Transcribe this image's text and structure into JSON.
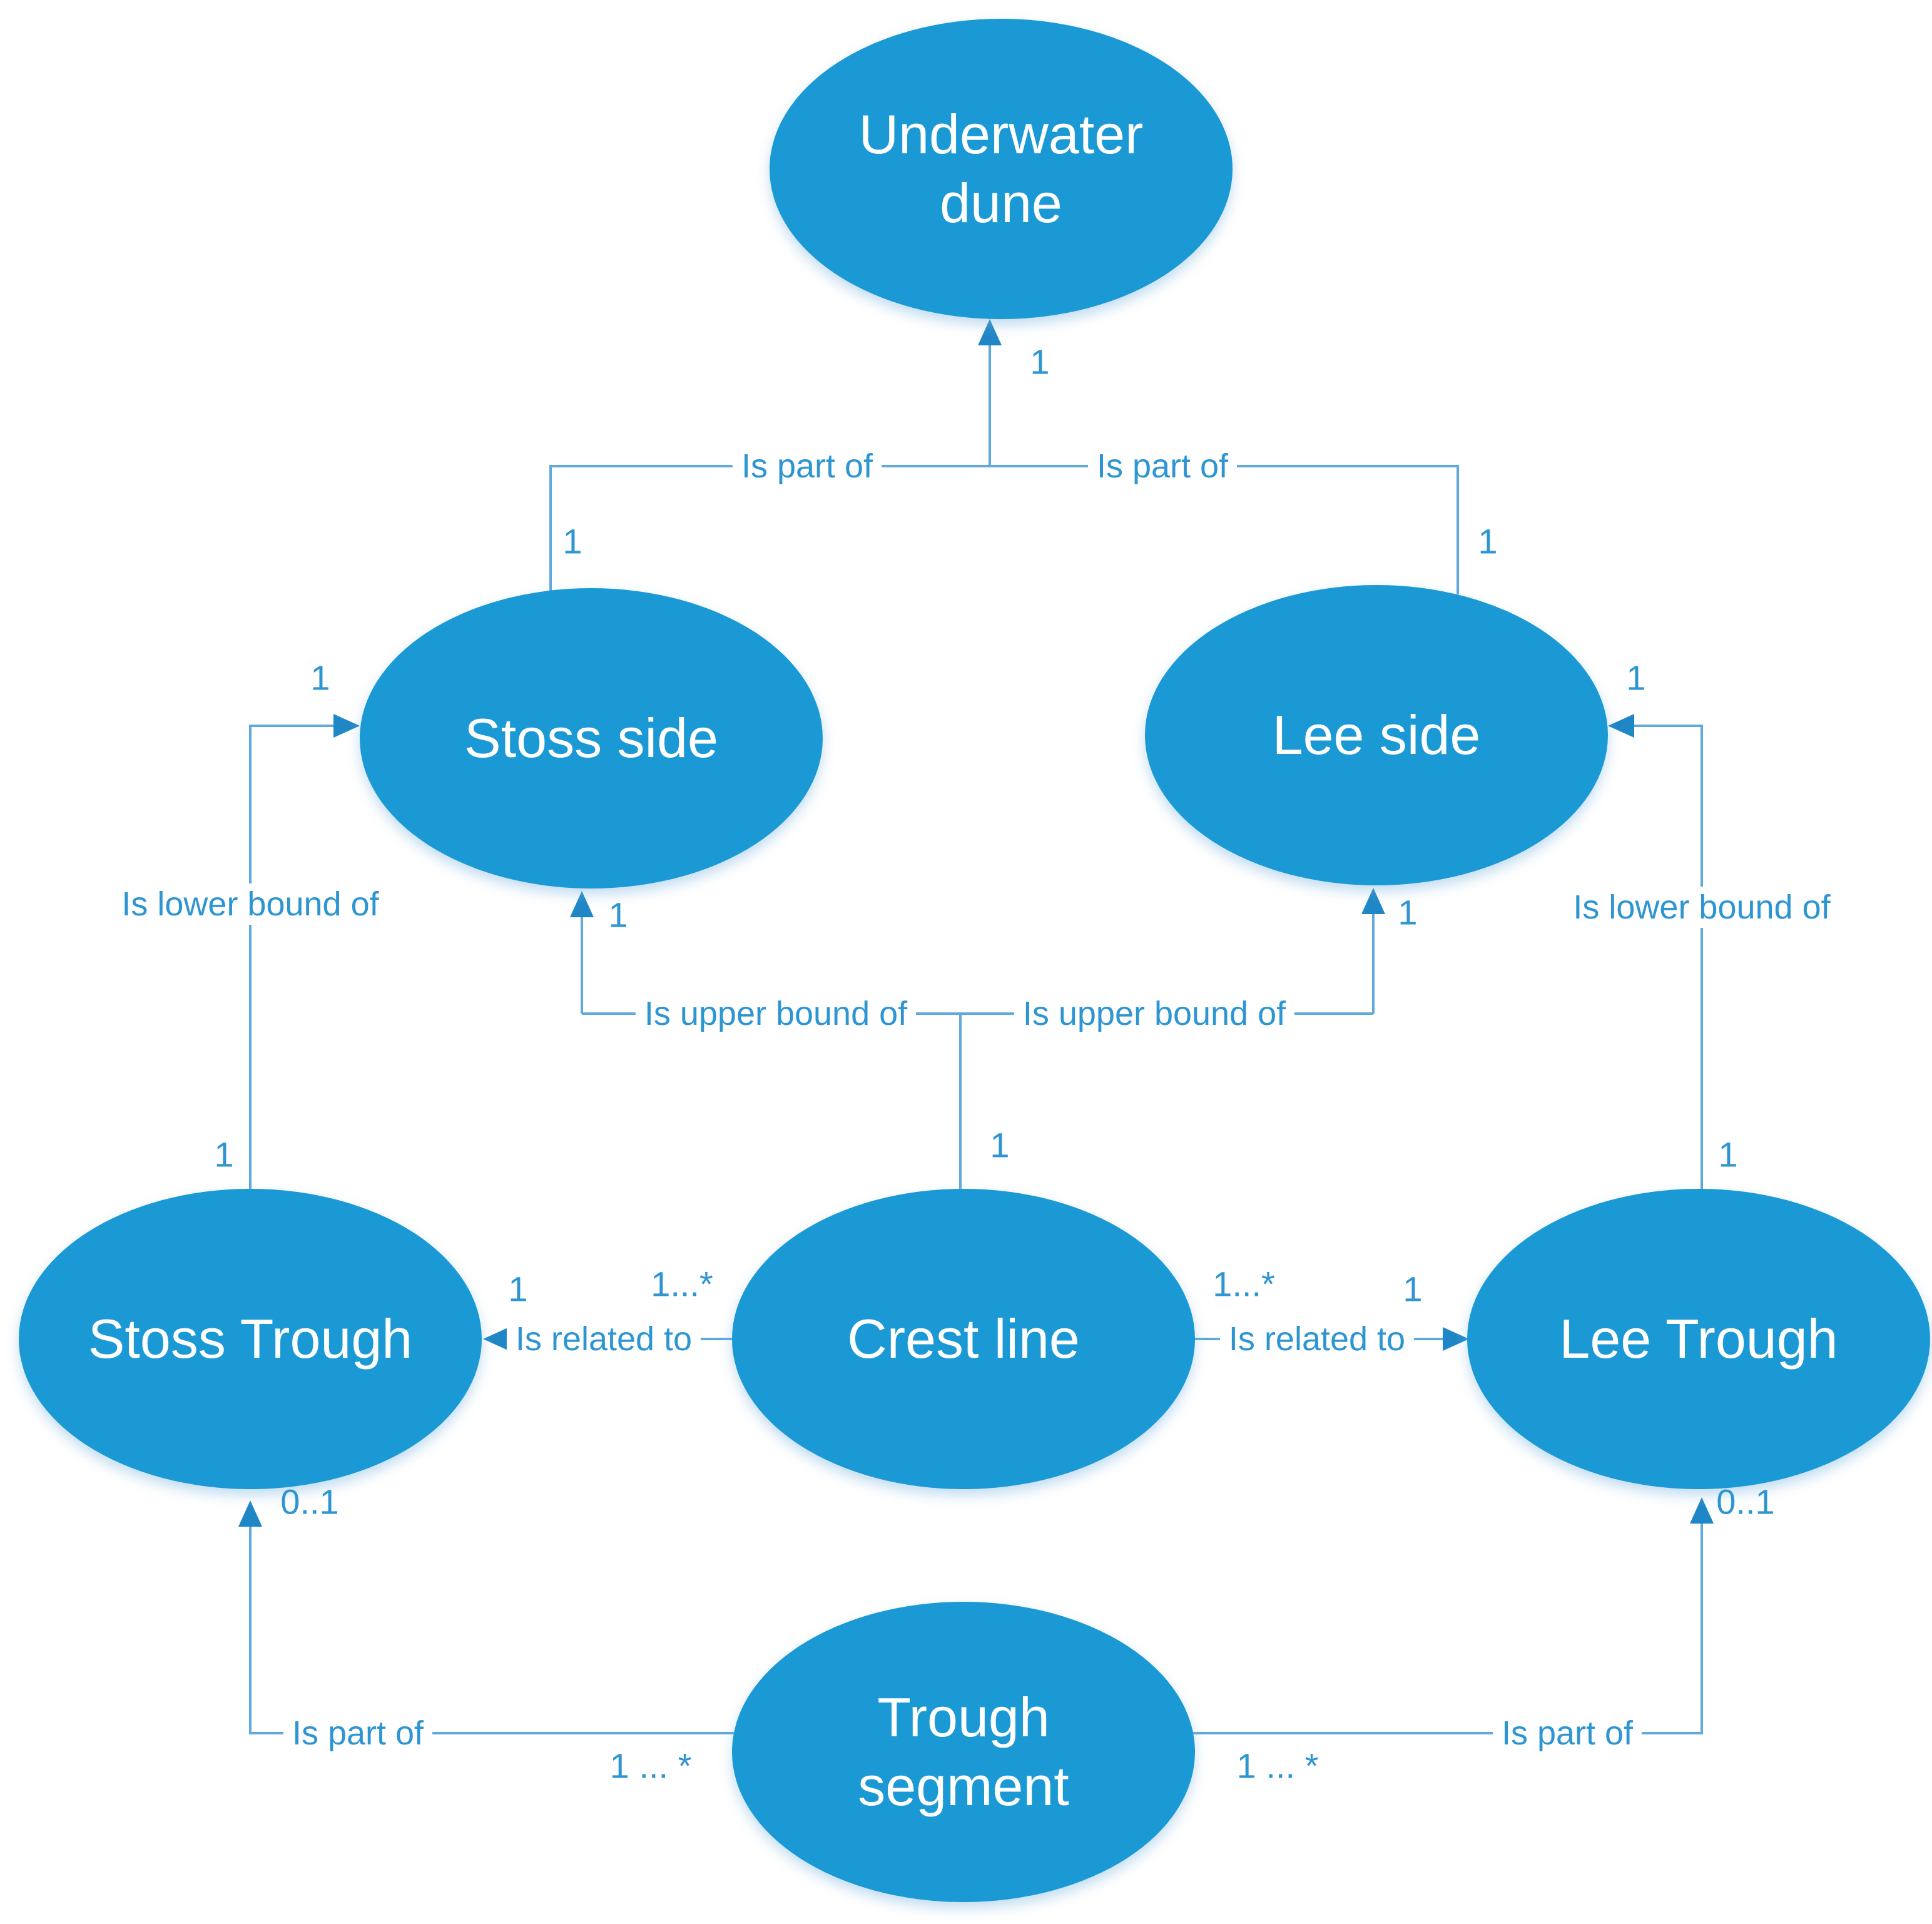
{
  "diagram": {
    "type": "concept-relationship-diagram",
    "colors": {
      "node_fill": "#1b99d5",
      "node_text": "#ffffff",
      "line": "#5fa9dc",
      "arrow": "#1f87c6",
      "label_text": "#2e95d3",
      "background": "#ffffff"
    },
    "nodes": [
      {
        "id": "underwater-dune",
        "label": "Underwater dune"
      },
      {
        "id": "stoss-side",
        "label": "Stoss side"
      },
      {
        "id": "lee-side",
        "label": "Lee side"
      },
      {
        "id": "stoss-trough",
        "label": "Stoss Trough"
      },
      {
        "id": "crest-line",
        "label": "Crest line"
      },
      {
        "id": "lee-trough",
        "label": "Lee Trough"
      },
      {
        "id": "trough-segment",
        "label": "Trough segment"
      }
    ],
    "edges": [
      {
        "id": "stoss-side-is-part-of-dune",
        "label": "Is part of",
        "source": "Stoss side",
        "target": "Underwater dune",
        "source_cardinality": "1",
        "target_cardinality": "1"
      },
      {
        "id": "lee-side-is-part-of-dune",
        "label": "Is part of",
        "source": "Lee side",
        "target": "Underwater dune",
        "source_cardinality": "1",
        "target_cardinality": "1"
      },
      {
        "id": "stoss-trough-lower-bound",
        "label": "Is lower bound of",
        "source": "Stoss Trough",
        "target": "Stoss side",
        "source_cardinality": "1",
        "target_cardinality": "1"
      },
      {
        "id": "lee-trough-lower-bound",
        "label": "Is lower bound of",
        "source": "Lee Trough",
        "target": "Lee side",
        "source_cardinality": "1",
        "target_cardinality": "1"
      },
      {
        "id": "crest-upper-bound-stoss",
        "label": "Is upper bound of",
        "source": "Crest line",
        "target": "Stoss side",
        "source_cardinality": "1",
        "target_cardinality": "1"
      },
      {
        "id": "crest-upper-bound-lee",
        "label": "Is upper bound of",
        "source": "Crest line",
        "target": "Lee side",
        "source_cardinality": "1",
        "target_cardinality": "1"
      },
      {
        "id": "crest-related-to-stoss-trough",
        "label": "Is related to",
        "source": "Crest line",
        "target": "Stoss Trough",
        "source_cardinality": "1...*",
        "target_cardinality": "1"
      },
      {
        "id": "crest-related-to-lee-trough",
        "label": "Is related to",
        "source": "Crest line",
        "target": "Lee Trough",
        "source_cardinality": "1...*",
        "target_cardinality": "1"
      },
      {
        "id": "segment-part-of-stoss-trough",
        "label": "Is part of",
        "source": "Trough segment",
        "target": "Stoss Trough",
        "source_cardinality": "1 ... *",
        "target_cardinality": "0..1"
      },
      {
        "id": "segment-part-of-lee-trough",
        "label": "Is part of",
        "source": "Trough segment",
        "target": "Lee Trough",
        "source_cardinality": "1 ... *",
        "target_cardinality": "0..1"
      }
    ]
  }
}
